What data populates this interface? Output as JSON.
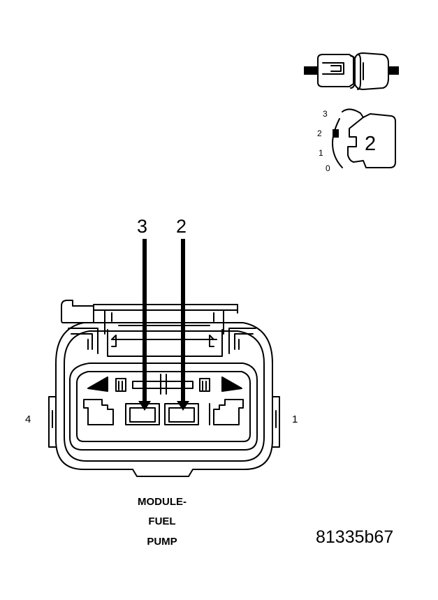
{
  "pins": {
    "left": "4",
    "right": "1"
  },
  "arrows": [
    {
      "label": "3"
    },
    {
      "label": "2"
    }
  ],
  "key_diagram": {
    "scale": [
      "3",
      "2",
      "1",
      "0"
    ],
    "cavity_label": "2"
  },
  "caption": [
    "MODULE-",
    "FUEL",
    "PUMP"
  ],
  "figure_id": "81335b67",
  "colors": {
    "line": "#000000",
    "background": "#ffffff"
  }
}
